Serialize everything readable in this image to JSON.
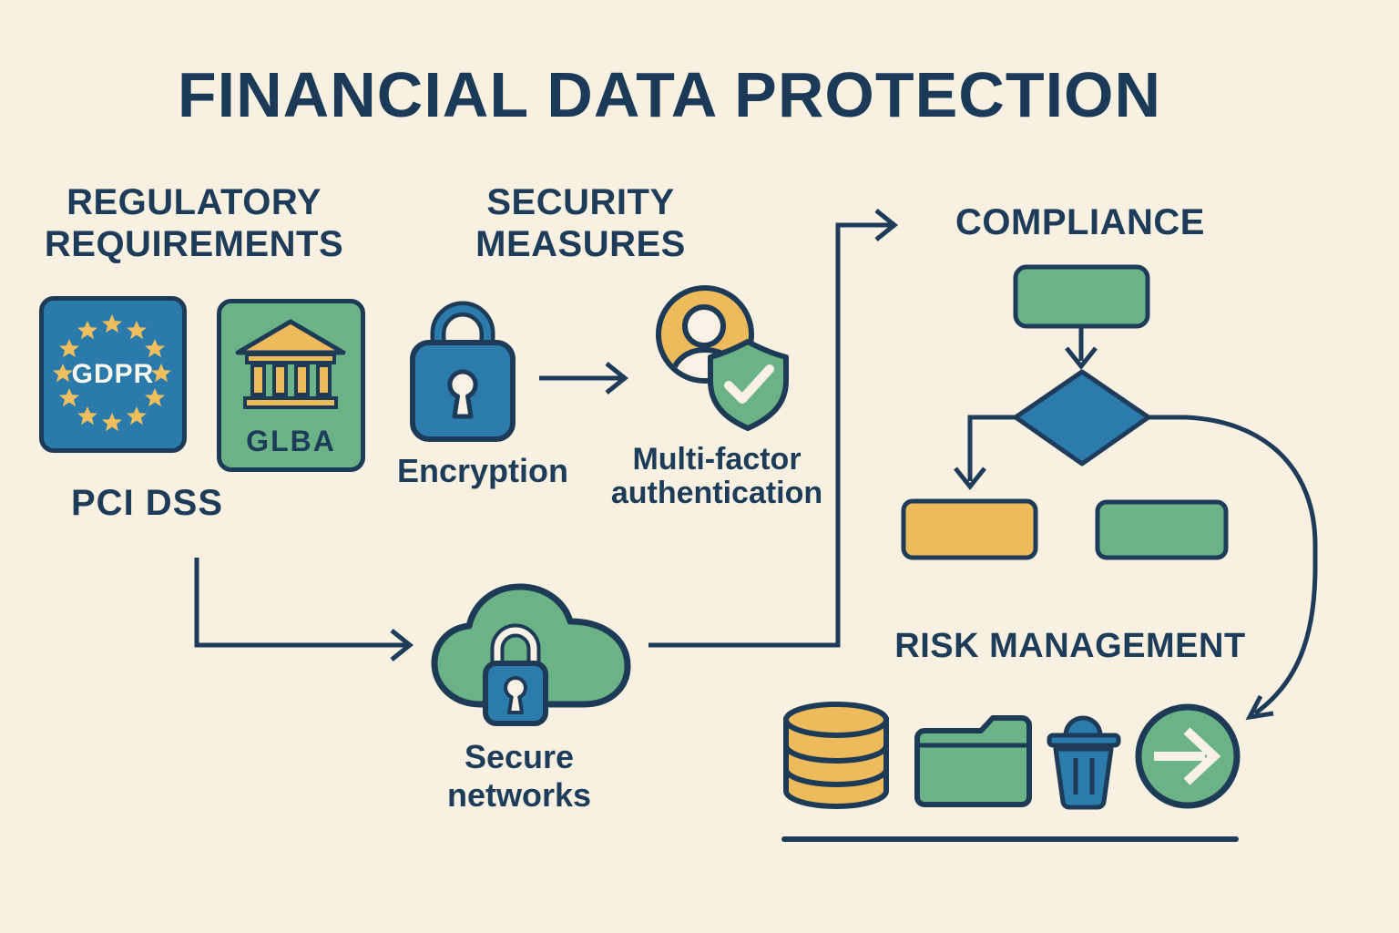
{
  "title": "FINANCIAL DATA PROTECTION",
  "sections": {
    "regulatory": {
      "heading": "REGULATORY REQUIREMENTS",
      "gdpr_label": "GDPR",
      "glba_label": "GLBA",
      "pci_label": "PCI DSS"
    },
    "security": {
      "heading": "SECURITY MEASURES",
      "encryption_label": "Encryption",
      "mfa_line1": "Multi-factor",
      "mfa_line2": "authentication"
    },
    "compliance": {
      "heading": "COMPLIANCE"
    },
    "network": {
      "label": "Secure networks"
    },
    "risk": {
      "heading": "RISK MANAGEMENT"
    }
  },
  "icons": {
    "gdpr": "eu-stars-badge",
    "glba": "bank-badge",
    "encryption": "padlock-icon",
    "mfa": "user-shield-check-icon",
    "network": "cloud-lock-icon",
    "risk": [
      "database-icon",
      "folder-icon",
      "trash-icon",
      "arrow-circle-icon"
    ]
  },
  "colors": {
    "background": "#f8f1e2",
    "navy": "#1d3c5a",
    "blue": "#2b7cad",
    "green": "#6cb287",
    "gold": "#eebb5c",
    "cream": "#f8f1e4"
  }
}
